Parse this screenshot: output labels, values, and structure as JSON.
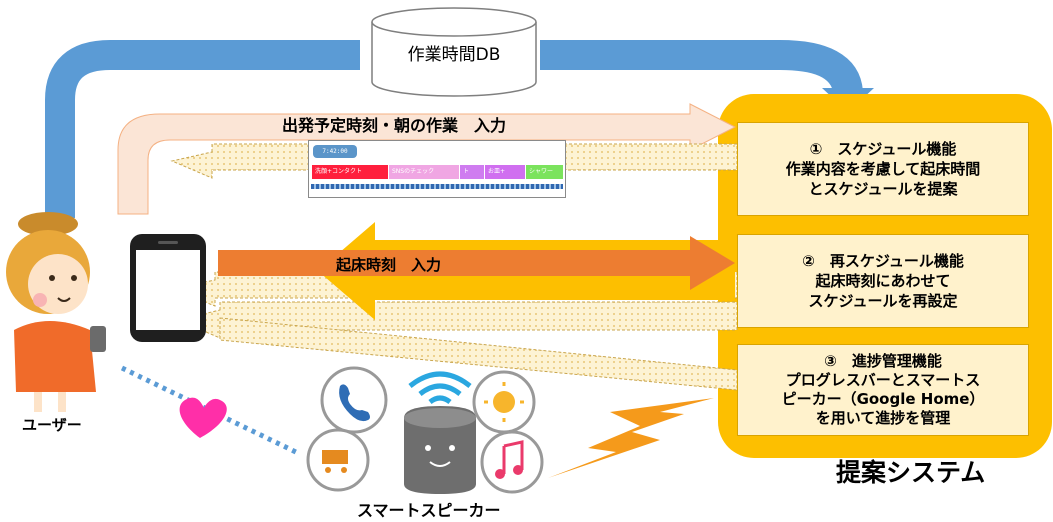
{
  "db": {
    "label": "作業時間DB"
  },
  "arrows": {
    "top_input": "出発予定時刻・朝の作業　入力",
    "wake_input": "起床時刻　入力"
  },
  "phone_ui": {
    "time": "7:42:00",
    "segments": [
      {
        "label": "洗顔+コンタクト",
        "color": "#ff1f3d"
      },
      {
        "label": "SNSのチェック",
        "color": "#f0a6e3"
      },
      {
        "label": "ト",
        "color": "#cf7cf0"
      },
      {
        "label": "お皿+",
        "color": "#d06ff0"
      },
      {
        "label": "シャワー",
        "color": "#7be35d"
      }
    ]
  },
  "system": {
    "title": "提案システム",
    "functions": [
      {
        "lines": [
          "①　スケジュール機能",
          "作業内容を考慮して起床時間",
          "とスケジュールを提案"
        ]
      },
      {
        "lines": [
          "②　再スケジュール機能",
          "起床時刻にあわせて",
          "スケジュールを再設定"
        ]
      },
      {
        "lines": [
          "③　進捗管理機能",
          "プログレスバーとスマートス",
          "ピーカー（Google Home）",
          "を用いて進捗を管理"
        ]
      }
    ]
  },
  "user": {
    "label": "ユーザー"
  },
  "speaker": {
    "label": "スマートスピーカー"
  },
  "icons": [
    "phone-icon",
    "wifi-icon",
    "sun-icon",
    "cart-icon",
    "music-icon",
    "heart-icon",
    "lightning-icon"
  ],
  "colors": {
    "system_bg": "#fdbf00",
    "func_box": "#fff2cc",
    "blue_arrow": "#5b9bd5",
    "orange_arrow": "#ed7d31",
    "peach_arrow": "#fbe5d6"
  }
}
